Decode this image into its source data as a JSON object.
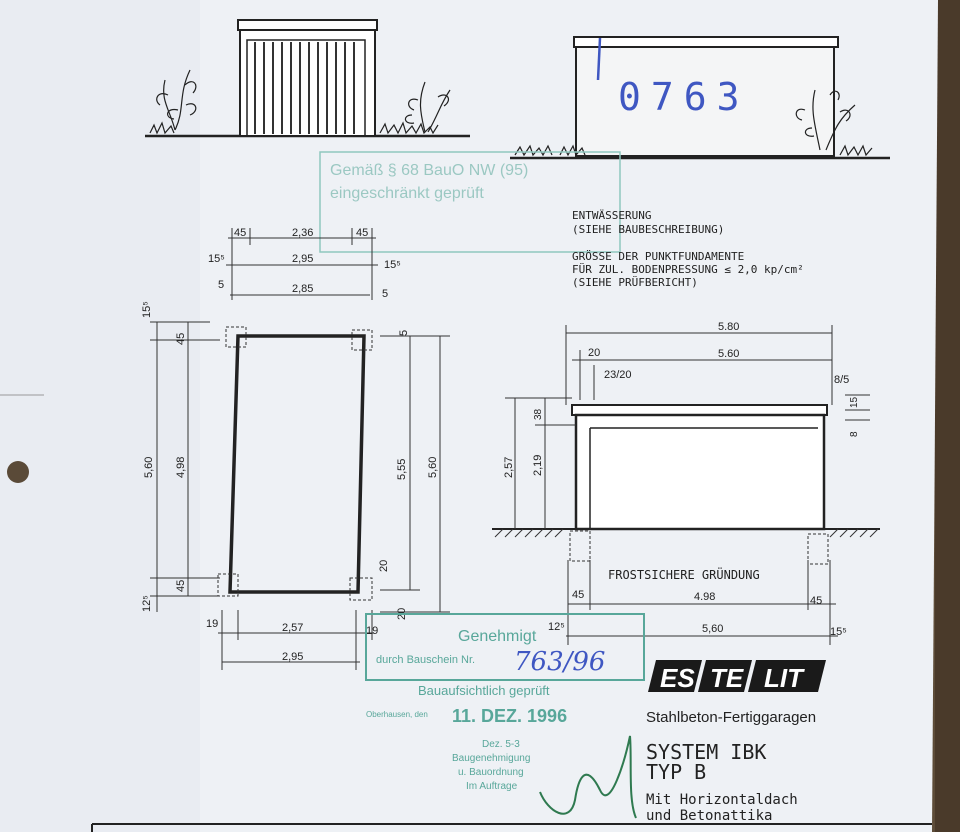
{
  "document_number": "0763",
  "stamp_top": {
    "line1": "Gemäß § 68 BauO NW (95)",
    "line2": "eingeschränkt geprüft"
  },
  "notes": {
    "drainage": "ENTWÄSSERUNG",
    "drainage_ref": "(SIEHE BAUBESCHREIBUNG)",
    "foundation_1": "GRÖSSE DER PUNKTFUNDAMENTE",
    "foundation_2": "FÜR ZUL. BODENPRESSUNG ≤ 2,0 kp/cm²",
    "foundation_3": "(SIEHE PRÜFBERICHT)",
    "frost": "FROSTSICHERE GRÜNDUNG"
  },
  "plan_dims": {
    "top_45_left": "45",
    "top_236": "2,36",
    "top_45_right": "45",
    "row2_15_left": "15⁵",
    "row2_295": "2,95",
    "row2_15_right": "15⁵",
    "row3_5_left": "5",
    "row3_285": "2,85",
    "row3_5_right": "5",
    "left_15": "15⁵",
    "left_45_top": "45",
    "left_560": "5,60",
    "left_498": "4,98",
    "left_45_bottom": "45",
    "left_12": "12⁵",
    "right_5": "5",
    "right_555": "5,55",
    "right_560": "5,60",
    "right_20a": "20",
    "right_20b": "20",
    "bottom_19_left": "19",
    "bottom_257": "2,57",
    "bottom_19_right": "19",
    "bottom_295": "2,95"
  },
  "section_dims": {
    "top_580": "5.80",
    "top_20": "20",
    "top_560": "5.60",
    "top_23_20": "23/20",
    "right_8_5": "8/5",
    "right_15": "15",
    "right_8": "8",
    "left_257": "2,57",
    "left_38": "38",
    "left_219": "2,19",
    "bottom_45_left": "45",
    "bottom_498": "4.98",
    "bottom_45_right": "45",
    "bottom_12": "12⁵",
    "bottom_560": "5,60",
    "bottom_15": "15⁵"
  },
  "approval_stamp": {
    "title": "Genehmigt",
    "line": "durch Bauschein Nr.",
    "number": "763/96",
    "sub": "Bauaufsichtlich geprüft",
    "city": "Oberhausen, den",
    "date": "11. DEZ. 1996",
    "dept1": "Dez. 5-3",
    "dept2": "Baugenehmigung",
    "dept3": "u. Bauordnung",
    "dept4": "Im Auftrage"
  },
  "brand": {
    "p1": "ES",
    "p2": "TE",
    "p3": "LIT",
    "subtitle": "Stahlbeton-Fertiggaragen",
    "system1": "SYSTEM IBK",
    "system2": "TYP B",
    "desc1": "Mit Horizontaldach",
    "desc2": "und Betonattika"
  },
  "colors": {
    "paper": "#eef1f5",
    "stamp": "#58a79a",
    "ink_blue": "#3f57c2",
    "background": "#6b5a45"
  }
}
